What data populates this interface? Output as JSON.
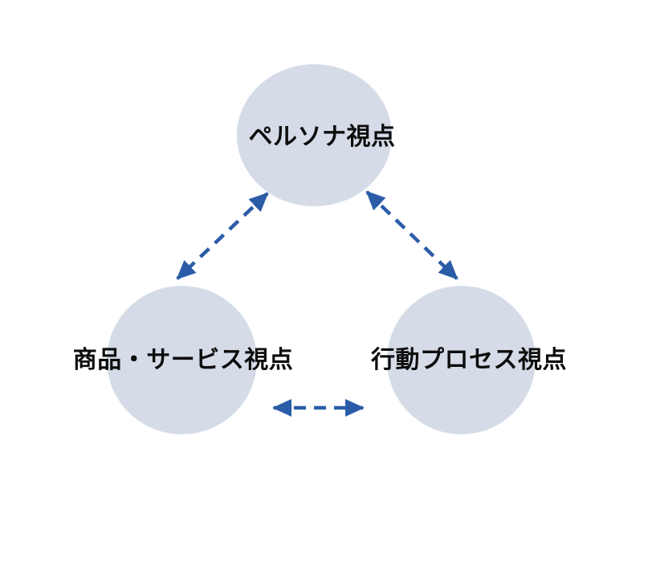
{
  "diagram": {
    "nodes": [
      {
        "id": "persona",
        "label": "ペルソナ視点"
      },
      {
        "id": "product-service",
        "label": "商品・サービス視点"
      },
      {
        "id": "behavior-process",
        "label": "行動プロセス視点"
      }
    ],
    "edges": [
      {
        "from": "persona",
        "to": "product-service",
        "style": "dashed",
        "arrows": "both"
      },
      {
        "from": "persona",
        "to": "behavior-process",
        "style": "dashed",
        "arrows": "both"
      },
      {
        "from": "product-service",
        "to": "behavior-process",
        "style": "dashed",
        "arrows": "both"
      }
    ],
    "colors": {
      "background": "#ffffff",
      "node_fill": "#d5dce8",
      "arrow": "#2b5ca8",
      "label": "#0d0d0d"
    }
  }
}
